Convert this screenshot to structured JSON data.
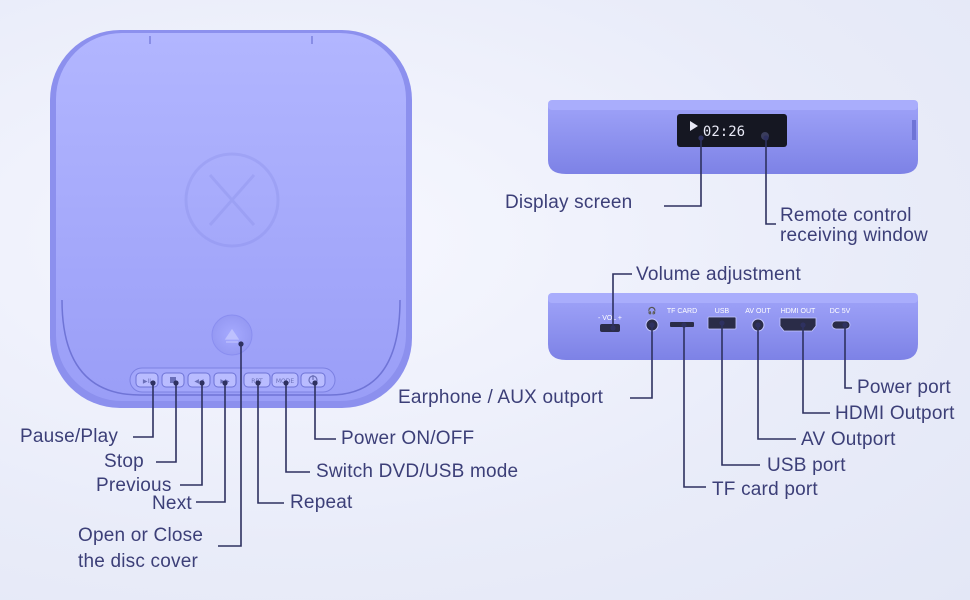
{
  "device_top": {
    "buttons": [
      {
        "name": "play-pause-icon",
        "glyph": "▶II"
      },
      {
        "name": "stop-icon",
        "glyph": "■"
      },
      {
        "name": "previous-icon",
        "glyph": "⏮"
      },
      {
        "name": "next-icon",
        "glyph": "⏭"
      },
      {
        "name": "repeat-icon",
        "glyph": "RPT"
      },
      {
        "name": "mode-icon",
        "glyph": "MODE"
      },
      {
        "name": "power-icon",
        "glyph": "⏻"
      }
    ]
  },
  "display": {
    "time": "02:26"
  },
  "ports": {
    "vol": "- VOL +",
    "tf_card": "TF CARD",
    "usb": "USB",
    "av_out": "AV OUT",
    "hdmi_out": "HDMI OUT",
    "dc": "DC 5V"
  },
  "labels": {
    "pause_play": "Pause/Play",
    "stop": "Stop",
    "previous": "Previous",
    "next": "Next",
    "open_close_line1": "Open or Close",
    "open_close_line2": "the disc cover",
    "repeat": "Repeat",
    "switch_mode": "Switch DVD/USB mode",
    "power": "Power ON/OFF",
    "display_screen": "Display screen",
    "remote_line1": "Remote control",
    "remote_line2": "receiving window",
    "volume": "Volume adjustment",
    "earphone": "Earphone / AUX outport",
    "power_port": "Power port",
    "hdmi": "HDMI Outport",
    "av": "AV Outport",
    "usb_port": "USB port",
    "tf_port": "TF card port"
  },
  "colors": {
    "device_body": "#8f94f2",
    "device_light": "#b4b8ff",
    "label_text": "#3c3f78",
    "leader_line": "#2e3160"
  }
}
